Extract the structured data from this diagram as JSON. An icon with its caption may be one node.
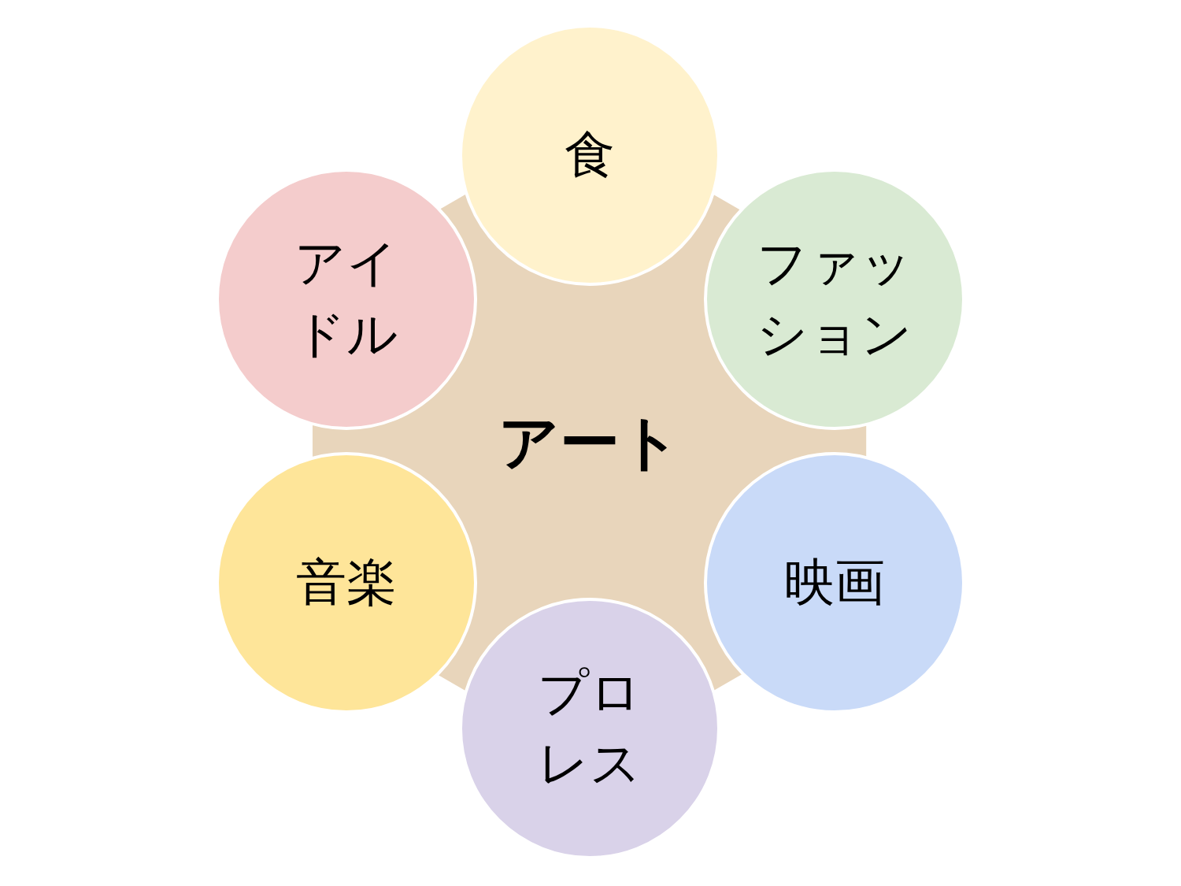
{
  "diagram": {
    "nodes": [
      {
        "text": [
          "食"
        ]
      },
      {
        "text": [
          "アイドル"
        ]
      },
      {
        "text": [
          "ファッション"
        ]
      },
      {
        "text": [
          "アート"
        ]
      },
      {
        "text": [
          "音楽"
        ]
      },
      {
        "text": [
          "映画"
        ]
      },
      {
        "text": [
          "プロレス"
        ]
      }
    ]
  }
}
